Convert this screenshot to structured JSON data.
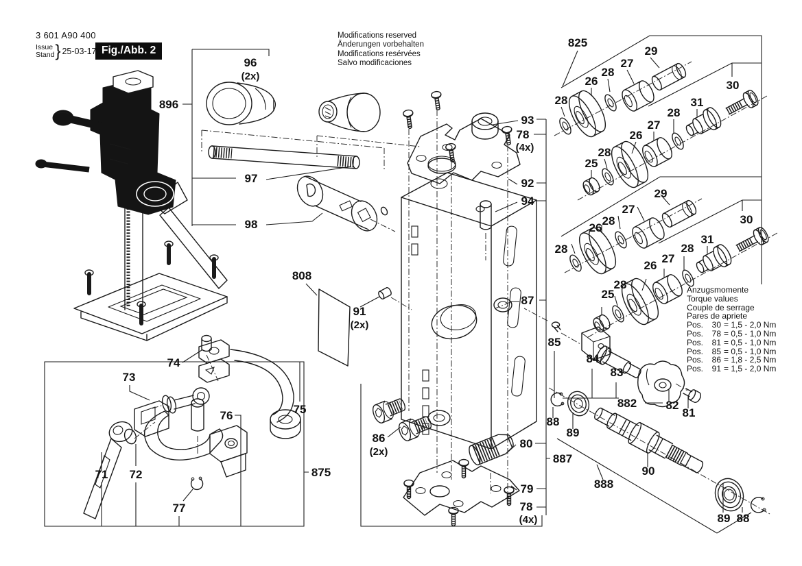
{
  "header": {
    "doc_number": "3 601 A90 400",
    "issue_label": "Issue",
    "stand_label": "Stand",
    "brace": "}",
    "date": "25-03-17",
    "fig_label": "Fig./Abb. 2"
  },
  "notices": {
    "line1": "Modifications reserved",
    "line2": "Änderungen vorbehalten",
    "line3": "Modifications resérvées",
    "line4": "Salvo modificaciones"
  },
  "torque": {
    "heading1": "Anzugsmomente",
    "heading2": "Torque values",
    "heading3": "Couple de serrage",
    "heading4": "Pares de apriete",
    "rows": [
      {
        "pos": "Pos.",
        "num": "30",
        "val": "= 1,5 - 2,0 Nm"
      },
      {
        "pos": "Pos.",
        "num": "78",
        "val": "= 0,5 - 1,0 Nm"
      },
      {
        "pos": "Pos.",
        "num": "81",
        "val": "= 0,5 - 1,0 Nm"
      },
      {
        "pos": "Pos.",
        "num": "85",
        "val": "= 0,5 - 1,0 Nm"
      },
      {
        "pos": "Pos.",
        "num": "86",
        "val": "= 1,8 - 2,5 Nm"
      },
      {
        "pos": "Pos.",
        "num": "91",
        "val": "= 1,5 - 2,0 Nm"
      }
    ]
  },
  "part_labels": [
    {
      "t": "896"
    },
    {
      "t": "96"
    },
    {
      "t": "(2x)"
    },
    {
      "t": "97"
    },
    {
      "t": "98"
    },
    {
      "t": "808"
    },
    {
      "t": "91"
    },
    {
      "t": "(2x)"
    },
    {
      "t": "74"
    },
    {
      "t": "73"
    },
    {
      "t": "76"
    },
    {
      "t": "75"
    },
    {
      "t": "71"
    },
    {
      "t": "72"
    },
    {
      "t": "77"
    },
    {
      "t": "875"
    },
    {
      "t": "93"
    },
    {
      "t": "78"
    },
    {
      "t": "(4x)"
    },
    {
      "t": "92"
    },
    {
      "t": "94"
    },
    {
      "t": "87"
    },
    {
      "t": "86"
    },
    {
      "t": "(2x)"
    },
    {
      "t": "80"
    },
    {
      "t": "79"
    },
    {
      "t": "78"
    },
    {
      "t": "(4x)"
    },
    {
      "t": "825"
    },
    {
      "t": "28"
    },
    {
      "t": "26"
    },
    {
      "t": "28"
    },
    {
      "t": "27"
    },
    {
      "t": "29"
    },
    {
      "t": "30"
    },
    {
      "t": "31"
    },
    {
      "t": "28"
    },
    {
      "t": "27"
    },
    {
      "t": "26"
    },
    {
      "t": "28"
    },
    {
      "t": "25"
    },
    {
      "t": "29"
    },
    {
      "t": "27"
    },
    {
      "t": "28"
    },
    {
      "t": "26"
    },
    {
      "t": "28"
    },
    {
      "t": "30"
    },
    {
      "t": "31"
    },
    {
      "t": "28"
    },
    {
      "t": "27"
    },
    {
      "t": "26"
    },
    {
      "t": "28"
    },
    {
      "t": "25"
    },
    {
      "t": "85"
    },
    {
      "t": "84"
    },
    {
      "t": "83"
    },
    {
      "t": "882"
    },
    {
      "t": "82"
    },
    {
      "t": "81"
    },
    {
      "t": "88"
    },
    {
      "t": "89"
    },
    {
      "t": "887"
    },
    {
      "t": "888"
    },
    {
      "t": "90"
    },
    {
      "t": "89"
    },
    {
      "t": "88"
    }
  ]
}
